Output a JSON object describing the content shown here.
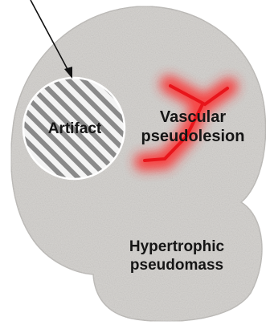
{
  "labels": {
    "artifact": "Artifact",
    "vascular_line1": "Vascular",
    "vascular_line2": "pseudolesion",
    "hypertrophic_line1": "Hypertrophic",
    "hypertrophic_line2": "pseudomass"
  },
  "colors": {
    "organ_fill": "#d6d4d1",
    "organ_outline": "#ffffff",
    "artifact_stripes": "#888888",
    "artifact_background": "#f4f4f4",
    "vascular_lesion": "#e8151b",
    "arrow": "#111111"
  },
  "icons": {
    "arrow": "arrow-pointer-icon"
  }
}
